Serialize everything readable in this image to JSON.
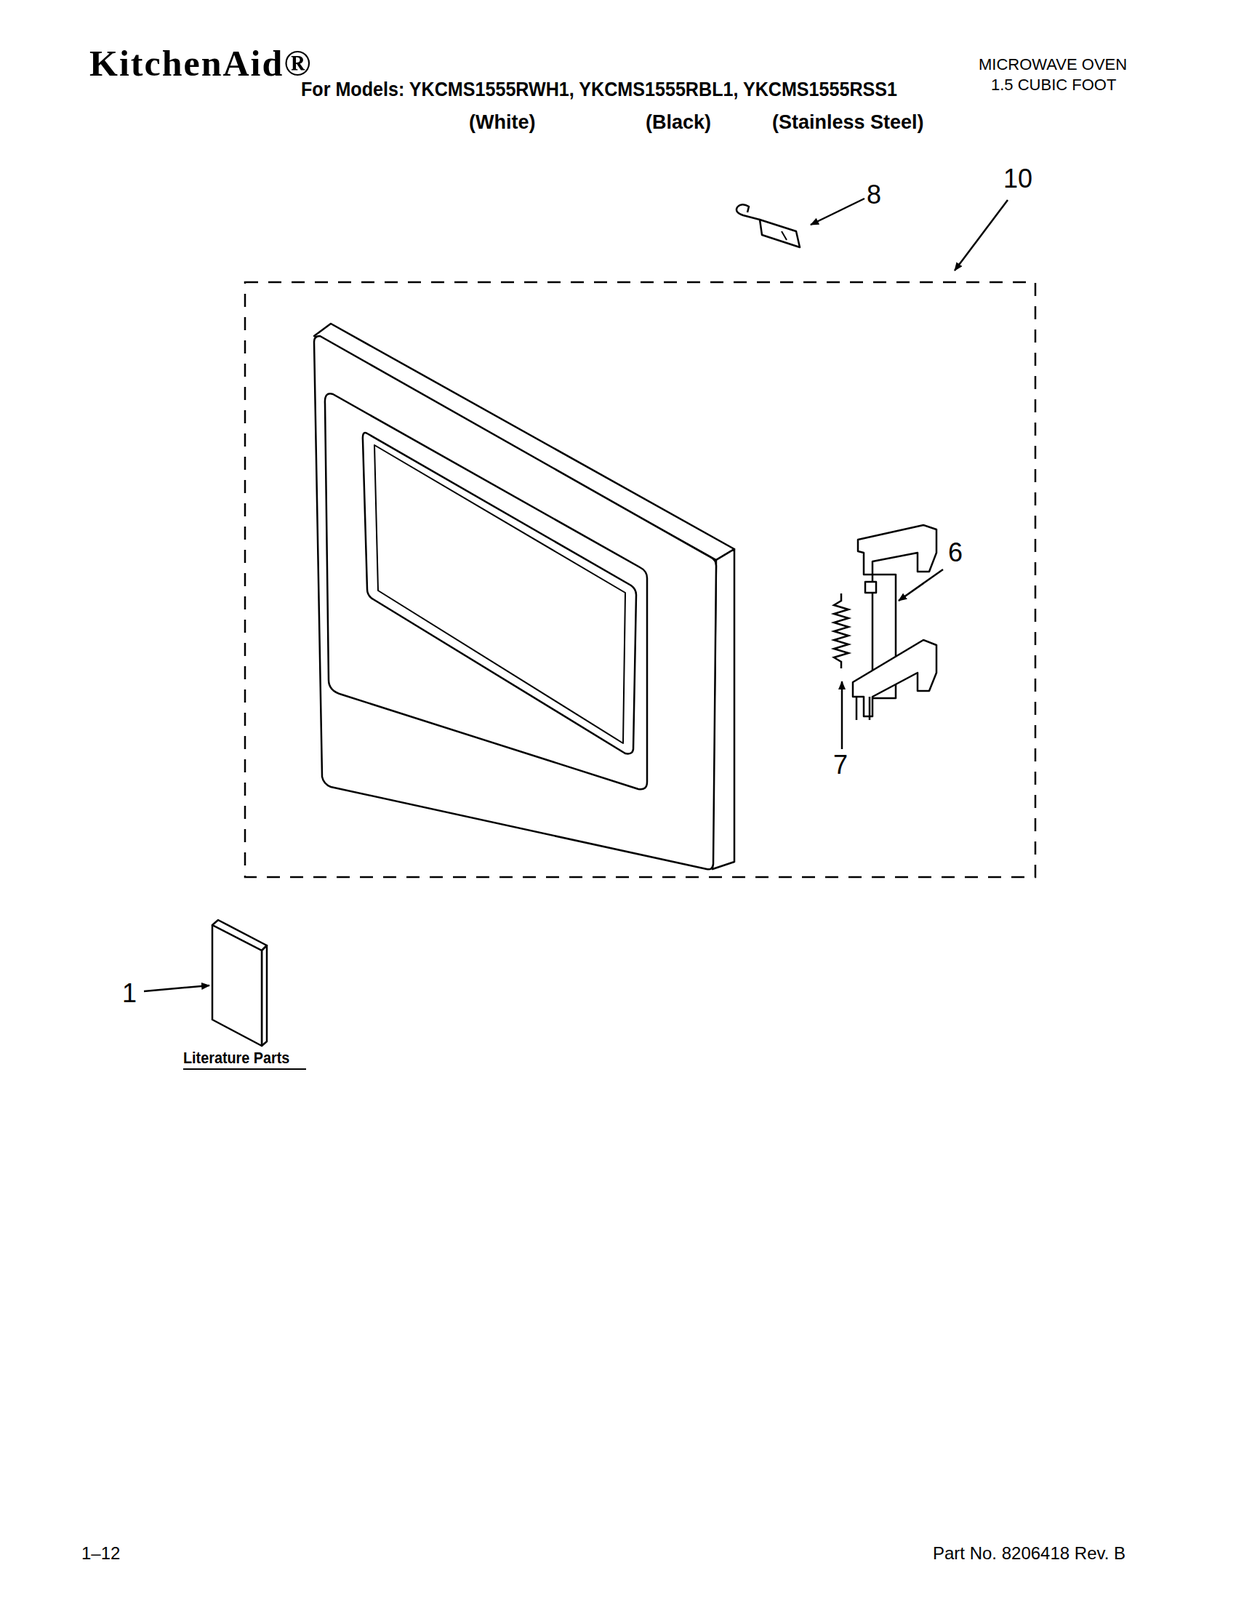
{
  "diagram": {
    "labels": [
      "KitchenAid®",
      "For Models: YKCMS1555RWH1, YKCMS1555RBL1, YKCMS1555RSS1",
      "(White)",
      "(Black)",
      "(Stainless Steel)",
      "MICROWAVE OVEN",
      "1.5 CUBIC FOOT",
      "8",
      "10",
      "6",
      "7",
      "1",
      "Literature Parts",
      "1–12",
      "Part No. 8206418 Rev. B"
    ]
  }
}
